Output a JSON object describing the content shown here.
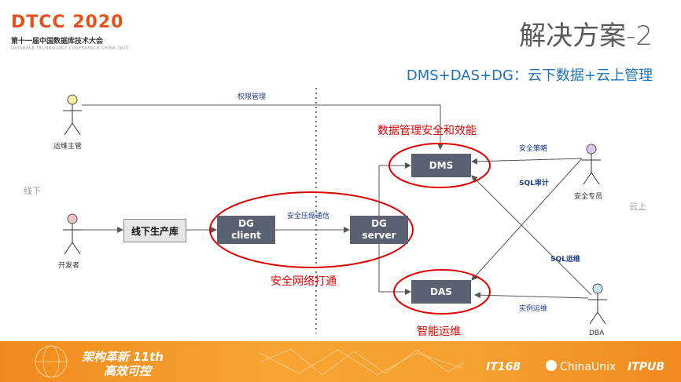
{
  "header": {
    "logo_main": "DTCC 2020",
    "logo_sub": "第十一届中国数据库技术大会",
    "logo_tagline": "DATABASE TECHNOLOGY CONFERENCE CHINA 2020",
    "title": "解决方案-2",
    "subtitle": "DMS+DAS+DG：云下数据+云上管理"
  },
  "diagram": {
    "actors": {
      "ops_manager": "运维主管",
      "developer": "开发者",
      "security_specialist": "安全专员",
      "dba": "DBA"
    },
    "zones": {
      "offline": "线下",
      "cloud": "云上"
    },
    "nodes": {
      "offline_db": "线下生产库",
      "dg_client_1": "DG",
      "dg_client_2": "client",
      "dg_server_1": "DG",
      "dg_server_2": "server",
      "dms": "DMS",
      "das": "DAS"
    },
    "edge_labels": {
      "permission": "权限管理",
      "compressed": "安全压缩通信",
      "policy": "安全策略",
      "sql_audit": "SQL审计",
      "sql_ops": "SQL运维",
      "instance_ops": "实例运维"
    },
    "highlights": {
      "dms_note": "数据管理安全和效能",
      "network_note": "安全网络打通",
      "das_note": "智能运维"
    },
    "colors": {
      "node_dark": "#5a6272",
      "highlight": "#e00000",
      "subtitle": "#2173b8",
      "footer": "#f5a030"
    }
  },
  "footer": {
    "slogan_line1": "架构革新 11th",
    "slogan_line2": "高效可控",
    "partner1": "IT168",
    "partner2": "ChinaUnix",
    "partner3": "ITPUB"
  }
}
